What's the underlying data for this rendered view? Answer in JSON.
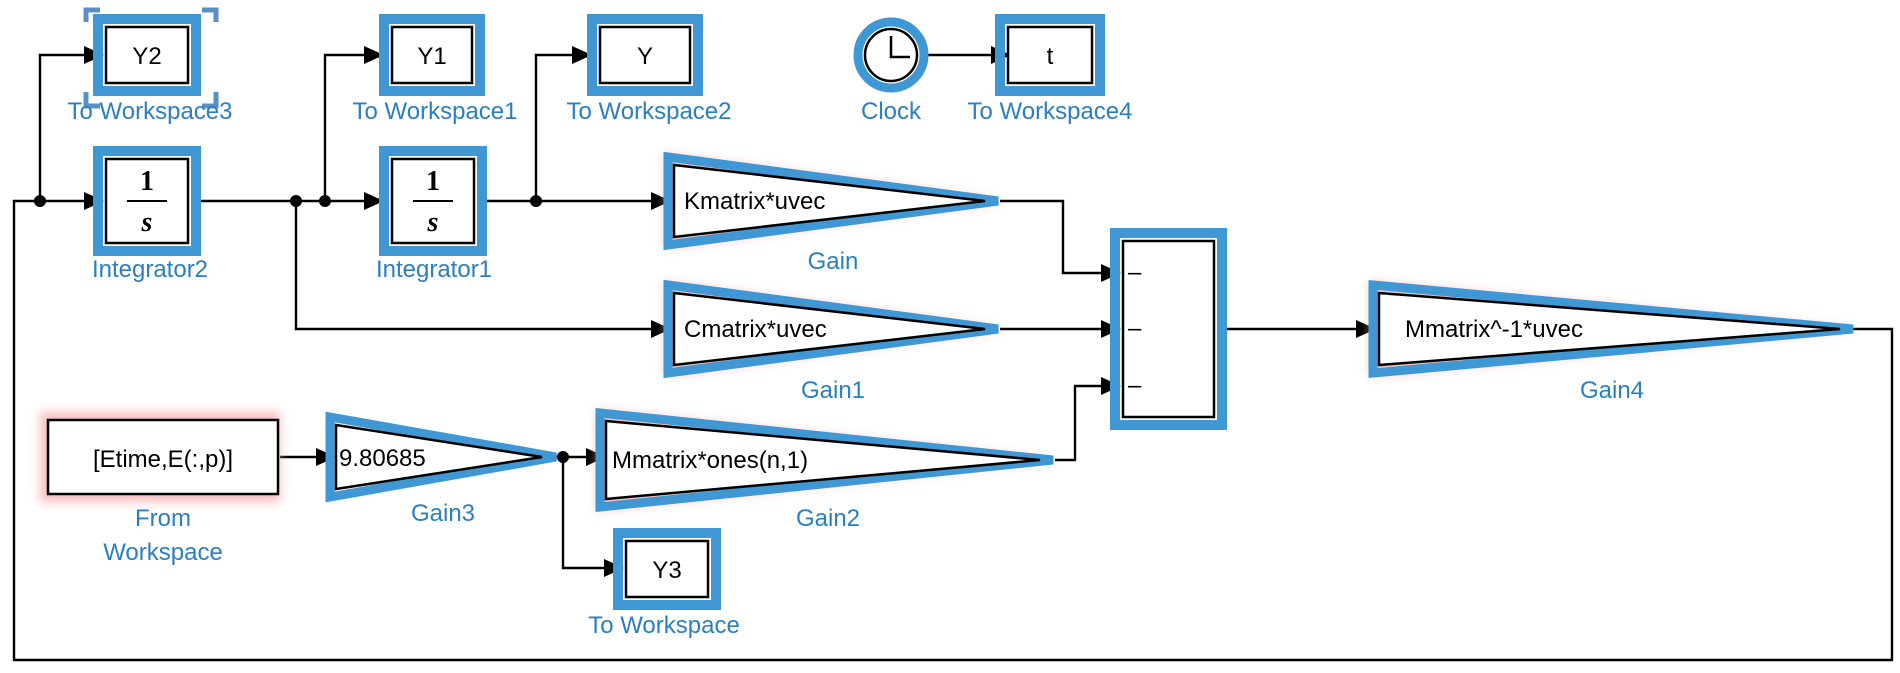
{
  "colors": {
    "label": "#2a7fc2",
    "highlight": "#3f97d4",
    "glow": "#f4a3a3",
    "wire": "#000000",
    "selection": "#5a8ec7"
  },
  "blocks": {
    "to_workspace3": {
      "text": "Y2",
      "label": "To Workspace3"
    },
    "to_workspace1": {
      "text": "Y1",
      "label": "To Workspace1"
    },
    "to_workspace2": {
      "text": "Y",
      "label": "To Workspace2"
    },
    "to_workspace4": {
      "text": "t",
      "label": "To Workspace4"
    },
    "to_workspace": {
      "text": "Y3",
      "label": "To Workspace"
    },
    "clock": {
      "label": "Clock",
      "icon": "clock-icon"
    },
    "integrator2": {
      "numerator": "1",
      "denominator": "s",
      "label": "Integrator2"
    },
    "integrator1": {
      "numerator": "1",
      "denominator": "s",
      "label": "Integrator1"
    },
    "gain": {
      "text": "Kmatrix*uvec",
      "label": "Gain"
    },
    "gain1": {
      "text": "Cmatrix*uvec",
      "label": "Gain1"
    },
    "gain2": {
      "text": "Mmatrix*ones(n,1)",
      "label": "Gain2"
    },
    "gain3": {
      "text": "9.80685",
      "label": "Gain3"
    },
    "gain4": {
      "text": "Mmatrix^-1*uvec",
      "label": "Gain4"
    },
    "from_workspace": {
      "text": "[Etime,E(:,p)]",
      "label_line1": "From",
      "label_line2": "Workspace"
    },
    "sum": {
      "signs": [
        "–",
        "–",
        "–"
      ]
    }
  }
}
